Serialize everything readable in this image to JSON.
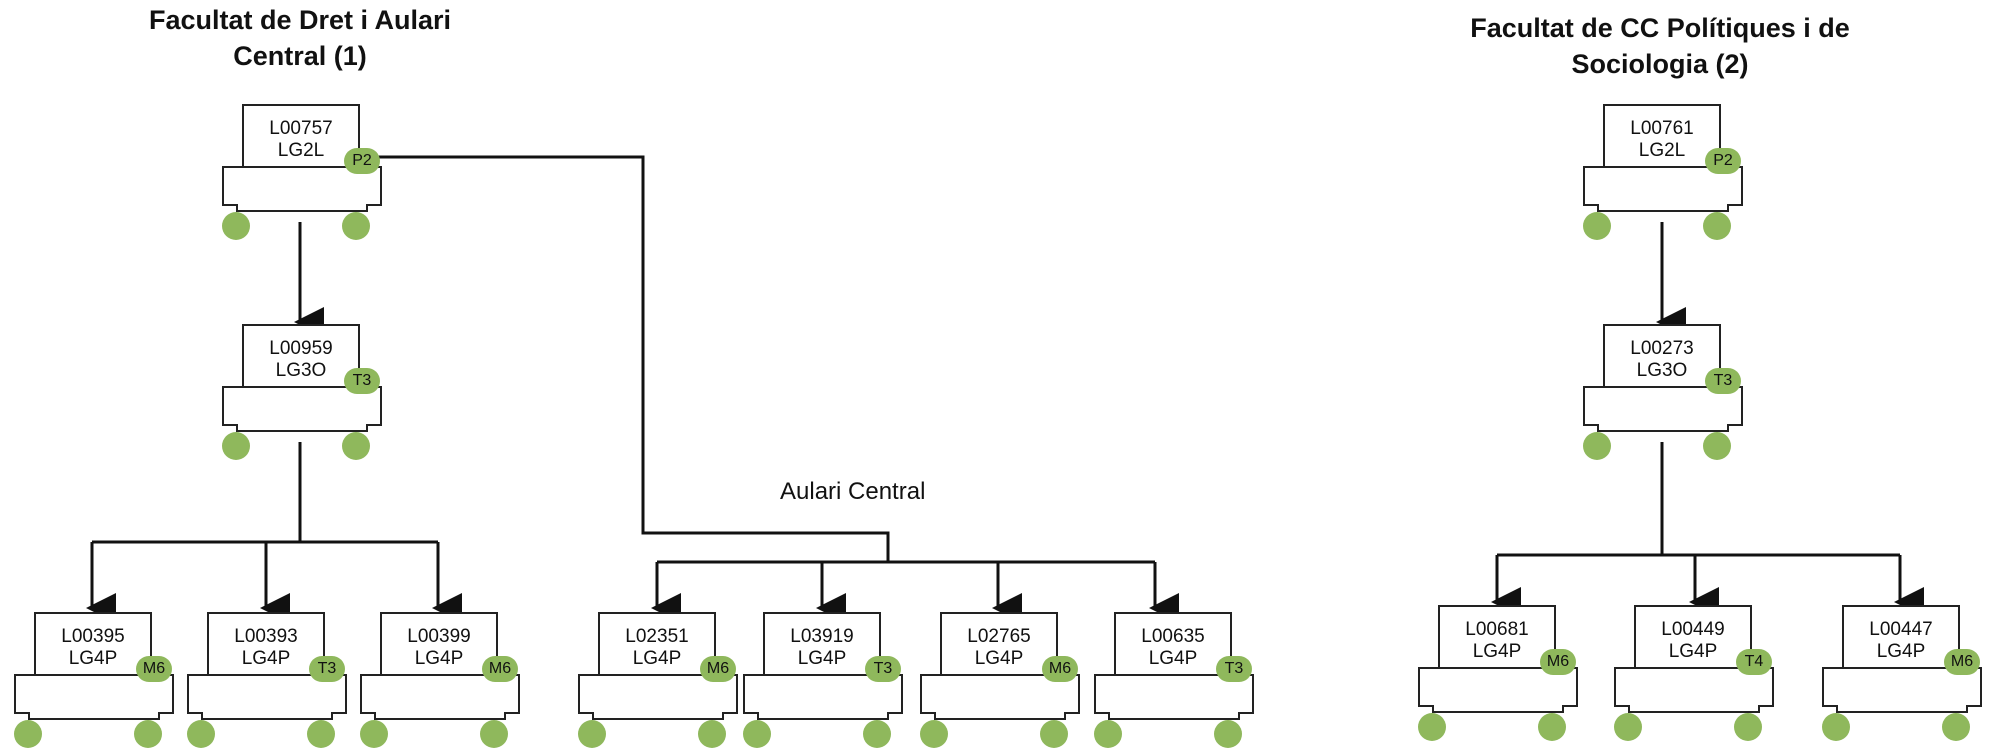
{
  "titles": {
    "left": "Facultat de Dret i Aulari Central (1)",
    "right": "Facultat de CC Polítiques i de Sociologia (2)"
  },
  "labels": {
    "aulari": "Aulari Central"
  },
  "nodes": [
    {
      "id": "L00757",
      "type": "LG2L",
      "port": "P2"
    },
    {
      "id": "L00959",
      "type": "LG3O",
      "port": "T3"
    },
    {
      "id": "L00395",
      "type": "LG4P",
      "port": "M6"
    },
    {
      "id": "L00393",
      "type": "LG4P",
      "port": "T3"
    },
    {
      "id": "L00399",
      "type": "LG4P",
      "port": "M6"
    },
    {
      "id": "L02351",
      "type": "LG4P",
      "port": "M6"
    },
    {
      "id": "L03919",
      "type": "LG4P",
      "port": "T3"
    },
    {
      "id": "L02765",
      "type": "LG4P",
      "port": "M6"
    },
    {
      "id": "L00635",
      "type": "LG4P",
      "port": "T3"
    },
    {
      "id": "L00761",
      "type": "LG2L",
      "port": "P2"
    },
    {
      "id": "L00273",
      "type": "LG3O",
      "port": "T3"
    },
    {
      "id": "L00681",
      "type": "LG4P",
      "port": "M6"
    },
    {
      "id": "L00449",
      "type": "LG4P",
      "port": "T4"
    },
    {
      "id": "L00447",
      "type": "LG4P",
      "port": "M6"
    }
  ],
  "colors": {
    "badge": "#8fb85c",
    "line": "#111111"
  }
}
